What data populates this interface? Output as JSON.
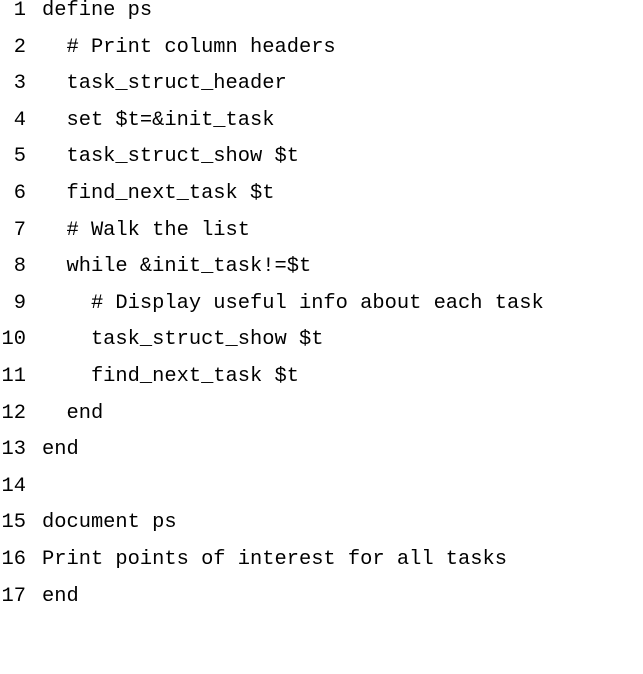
{
  "code_listing": {
    "lines": [
      {
        "number": "1",
        "text": "define ps"
      },
      {
        "number": "2",
        "text": "  # Print column headers"
      },
      {
        "number": "3",
        "text": "  task_struct_header"
      },
      {
        "number": "4",
        "text": "  set $t=&init_task"
      },
      {
        "number": "5",
        "text": "  task_struct_show $t"
      },
      {
        "number": "6",
        "text": "  find_next_task $t"
      },
      {
        "number": "7",
        "text": "  # Walk the list"
      },
      {
        "number": "8",
        "text": "  while &init_task!=$t"
      },
      {
        "number": "9",
        "text": "    # Display useful info about each task"
      },
      {
        "number": "10",
        "text": "    task_struct_show $t"
      },
      {
        "number": "11",
        "text": "    find_next_task $t"
      },
      {
        "number": "12",
        "text": "  end"
      },
      {
        "number": "13",
        "text": "end"
      },
      {
        "number": "14",
        "text": ""
      },
      {
        "number": "15",
        "text": "document ps"
      },
      {
        "number": "16",
        "text": "Print points of interest for all tasks"
      },
      {
        "number": "17",
        "text": "end"
      }
    ]
  }
}
